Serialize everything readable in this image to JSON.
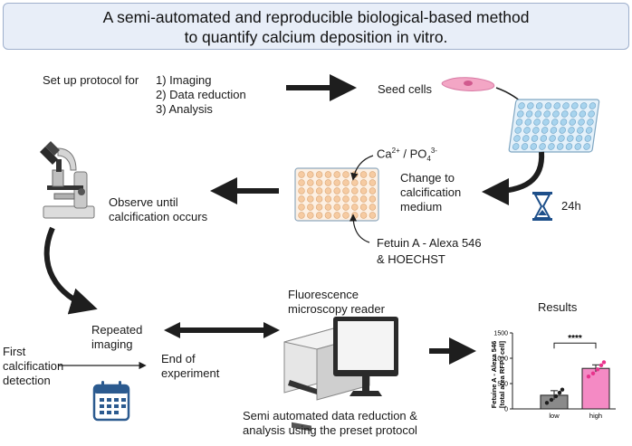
{
  "title": {
    "line1": "A semi-automated and reproducible biological-based method",
    "line2": "to quantify calcium deposition in vitro."
  },
  "setup": {
    "label": "Set up protocol for",
    "items": [
      "1) Imaging",
      "2) Data reduction",
      "3) Analysis"
    ]
  },
  "seed_cells": "Seed cells",
  "ions": {
    "ca": "Ca",
    "ca_sup": "2+",
    "sep": " / PO",
    "po_sub": "4",
    "po_sup": "3-"
  },
  "change_medium": [
    "Change to",
    "calcification",
    "medium"
  ],
  "timer": "24h",
  "stains": [
    "Fetuin A - Alexa 546",
    "& HOECHST"
  ],
  "observe": [
    "Observe until",
    "calcification occurs"
  ],
  "reader": [
    "Fluorescence",
    "microscopy reader"
  ],
  "results_title": "Results",
  "repeated": [
    "Repeated",
    "imaging"
  ],
  "end_exp": [
    "End of",
    "experiment"
  ],
  "first_detect": [
    "First",
    "calcification",
    "detection"
  ],
  "semi_auto": [
    "Semi automated data reduction &",
    "analysis using the preset protocol"
  ],
  "chart_data": {
    "type": "bar",
    "categories": [
      "low",
      "high"
    ],
    "values": [
      270,
      800
    ],
    "ylabel_line1": "Fetuine A - Alexa 546",
    "ylabel_line2": "[total area RFP / cell]",
    "ylim": [
      0,
      1500
    ],
    "yticks": [
      "0",
      "500",
      "1000",
      "1500"
    ],
    "error": [
      90,
      70
    ],
    "points": [
      [
        120,
        180,
        250,
        320,
        380
      ],
      [
        640,
        700,
        780,
        860,
        920
      ]
    ],
    "significance": "****",
    "colors": {
      "low": "#8a8a8a",
      "high": "#f48ac4",
      "high_points": "#e8338c"
    }
  },
  "colors": {
    "arrow": "#1e1e1e",
    "plate_blue": "#a8d4ee",
    "plate_orange": "#f6cba2",
    "hourglass": "#1d4f8a"
  }
}
